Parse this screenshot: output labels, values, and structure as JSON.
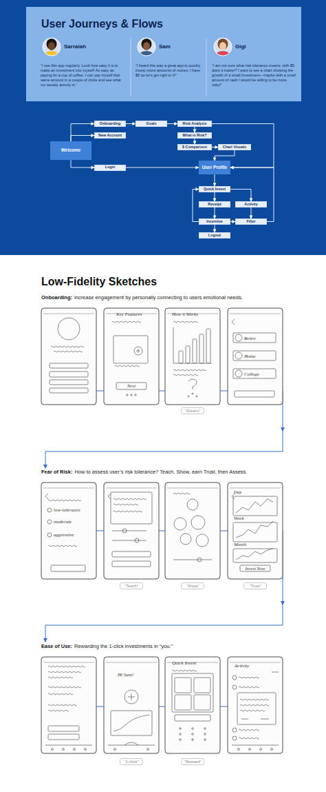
{
  "diagram": {
    "nodes": [
      {
        "text": [
          "User Journeys & Flows"
        ]
      },
      {
        "text": [
          "Sarraiah",
          "“I use this app regularly. Look how easy it is to make an investment into myself! As easy as paying for a cup of coffee, I can pay myself that same amount in a couple of clicks and see what my weekly activity is.”"
        ],
        "in": 0
      },
      {
        "text": [
          "Sam",
          "“I heard this was a great app to quickly invest micro-amounts of money. I have $5 so let’s get right to it!”"
        ],
        "in": 0
      },
      {
        "text": [
          "Gigi",
          "“I am not sure what risk tolerance means; with $5, does it matter? I want to see a chart showing the growth of a small investment—maybe with a small amount of cash I would be willing to be more risky!”"
        ],
        "in": 0
      },
      {
        "text": [
          "Welcome"
        ]
      },
      {
        "text": [
          "Onboarding"
        ]
      },
      {
        "text": [
          "New Account"
        ]
      },
      {
        "text": [
          "Goals"
        ]
      },
      {
        "text": [
          "Risk Analysis"
        ]
      },
      {
        "text": [
          "What is Risk?"
        ]
      },
      {
        "text": [
          "$ Comparison"
        ]
      },
      {
        "text": [
          "Chart Visuals"
        ]
      },
      {
        "text": [
          "Login"
        ]
      },
      {
        "text": [
          "User Profile"
        ]
      },
      {
        "text": [
          "Quick Invest"
        ]
      },
      {
        "text": [
          "Receipt"
        ]
      },
      {
        "text": [
          "Activity"
        ]
      },
      {
        "text": [
          "Incentive"
        ]
      },
      {
        "text": [
          "Filter"
        ]
      },
      {
        "text": [
          "Logout"
        ]
      },
      {
        "text": [
          "“Dream”"
        ]
      },
      {
        "text": [
          "“Teach”"
        ]
      },
      {
        "text": [
          "“Show”"
        ]
      },
      {
        "text": [
          "“Trust”"
        ]
      },
      {
        "text": [
          "“1-click”"
        ]
      },
      {
        "text": [
          "“Reward”"
        ]
      }
    ],
    "edges": [
      {
        "from": 4,
        "to": 5,
        "arrow": "to"
      },
      {
        "from": 4,
        "to": 6,
        "arrow": "to"
      },
      {
        "from": 5,
        "to": 7,
        "arrow": "to"
      },
      {
        "from": 7,
        "to": 8,
        "arrow": "to"
      },
      {
        "from": 8,
        "to": 9,
        "arrow": "to"
      },
      {
        "from": 9,
        "to": 10,
        "arrow": "to"
      },
      {
        "from": 10,
        "to": 11,
        "arrow": "to"
      },
      {
        "from": 11,
        "to": 13,
        "arrow": "to"
      },
      {
        "from": 8,
        "to": 13,
        "arrow": "to"
      },
      {
        "from": 4,
        "to": 12,
        "arrow": "to"
      },
      {
        "from": 12,
        "to": 13,
        "arrow": "to"
      },
      {
        "from": 13,
        "to": 14,
        "arrow": "to"
      },
      {
        "from": 14,
        "to": 15,
        "arrow": "to"
      },
      {
        "from": 15,
        "to": 17,
        "arrow": "to"
      },
      {
        "from": 17,
        "to": 18,
        "arrow": "to"
      },
      {
        "from": 14,
        "to": 16,
        "arrow": "to"
      },
      {
        "from": 16,
        "to": 18,
        "arrow": "to"
      },
      {
        "from": 18,
        "to": 13,
        "arrow": "to"
      },
      {
        "from": 17,
        "to": 14,
        "arrow": "to"
      },
      {
        "from": 17,
        "to": 19,
        "arrow": "to"
      }
    ],
    "labels": [
      "Low-Fidelity Sketches",
      "Onboarding:",
      "increase engagement by personally connecting to users emotional needs.",
      "Key Features",
      "Next",
      "How it Works",
      "Retire",
      "Home",
      "College",
      "Fear of Risk:",
      "How to assess user’s risk tolerance? Teach, Show, earn Trust, then Assess.",
      "low-tolerance",
      "moderate",
      "aggressive",
      "Day",
      "Week",
      "Month",
      "Invest Now",
      "Ease of Use:",
      "Rewarding the 1-click investments in “you.”",
      "Hi Sam!",
      "Quick Invest",
      "Activity"
    ]
  }
}
